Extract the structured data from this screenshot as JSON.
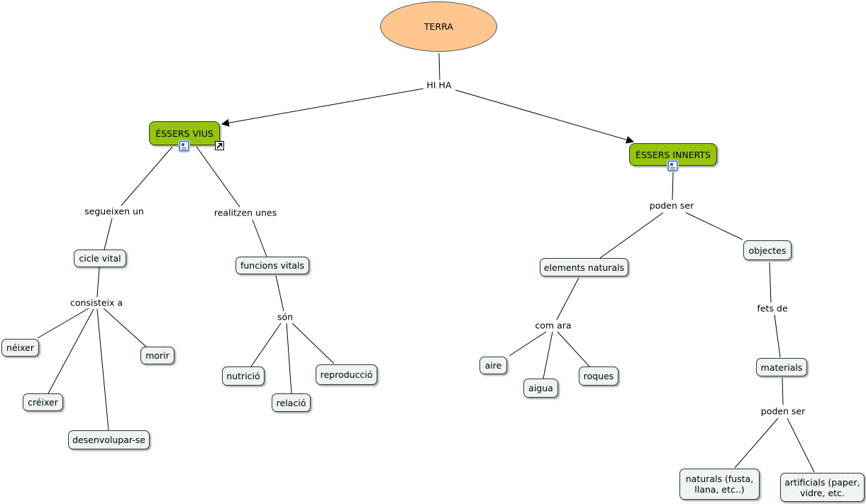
{
  "concepts": {
    "terra": "TERRA",
    "essers_vius": "ÉSSERS VIUS",
    "essers_innerts": "ÉSSERS INNERTS",
    "cicle_vital": "cicle vital",
    "funcions_vitals": "funcions vitals",
    "neixer": "néixer",
    "creixer": "créixer",
    "desenvolupar": "desenvolupar-se",
    "morir": "morir",
    "nutricio": "nutrició",
    "relacio": "relació",
    "reproduccio": "reproducció",
    "elements_naturals": "elements naturals",
    "objectes": "objectes",
    "aire": "aire",
    "aigua": "aigua",
    "roques": "roques",
    "materials": "materials",
    "naturals": "naturals (fusta,\nllana, etc..)",
    "artificials": "artificials (paper,\nvidre, etc."
  },
  "links": {
    "hi_ha": "HI HA",
    "segueixen_un": "segueixen un",
    "realitzen_unes": "realitzen unes",
    "consisteix_a": "consisteix a",
    "son": "són",
    "poden_ser_1": "poden ser",
    "com_ara": "com ara",
    "fets_de": "fets de",
    "poden_ser_2": "poden ser"
  },
  "colors": {
    "root_fill": "#ffc68f",
    "category_fill": "#96c40c",
    "concept_fill": "#eef3f5",
    "line": "#000000"
  },
  "icons": {
    "attached_document": "document-icon",
    "external_link": "link-arrow-icon"
  }
}
